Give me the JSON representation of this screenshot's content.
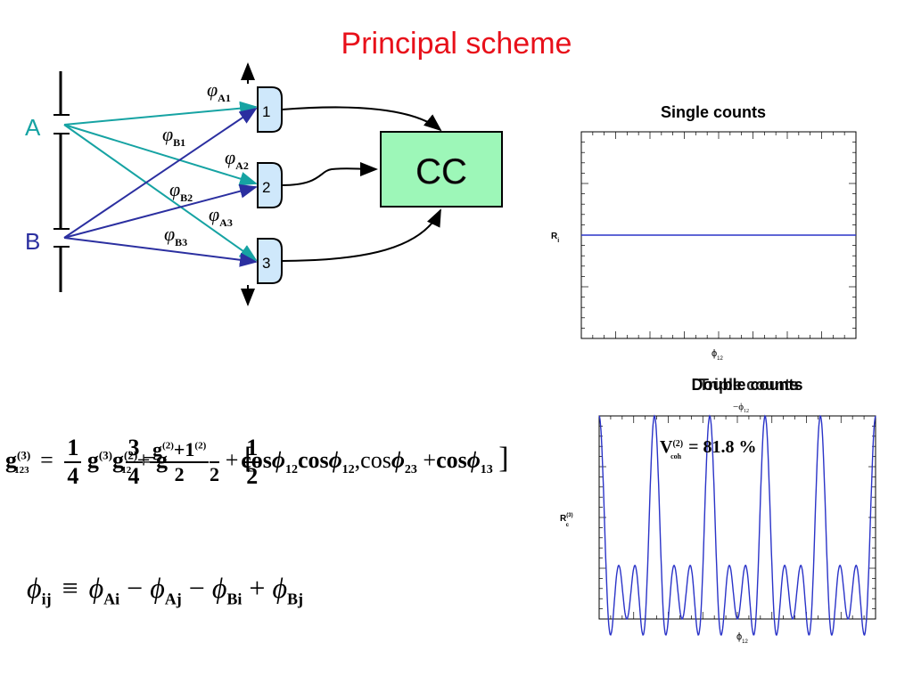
{
  "title": "Principal scheme",
  "scheme": {
    "sources": [
      {
        "label": "A",
        "color": "#16a3a3"
      },
      {
        "label": "B",
        "color": "#2b2fa0"
      }
    ],
    "detectors": [
      "1",
      "2",
      "3"
    ],
    "phases": {
      "a1": "A1",
      "b1": "B1",
      "a2": "A2",
      "b2": "B2",
      "a3": "A3",
      "b3": "B3"
    },
    "phase_symbol": "φ",
    "correlator_label": "CC",
    "colors": {
      "detector_fill": "#cfe8fb",
      "correlator_fill": "#9df7b8",
      "path_a": "#16a3a3",
      "path_b": "#2b2fa0"
    }
  },
  "single_panel": {
    "title": "Single counts",
    "ylabel": "R",
    "ylabel_sub": "i",
    "xlabel": "ϕ",
    "xlabel_sub": "12"
  },
  "triple_panel": {
    "title_a": "Double counts",
    "title_b": "Triple counts",
    "subtitle": "−ϕ",
    "subtitle_sub": "12",
    "ylabel": "R",
    "ylabel_sup": "(3)",
    "ylabel_sub": "c",
    "xlabel": "ϕ",
    "xlabel_sub": "12",
    "visibility": {
      "symbol": "V",
      "sup": "(2)",
      "sub": "coh",
      "text": "= 81.8 %"
    }
  },
  "chart_data": [
    {
      "type": "line",
      "title": "Single counts",
      "ylabel": "R_i",
      "xlabel": "ϕ12",
      "series": [
        {
          "values": [
            0.5,
            0.5,
            0.5,
            0.5,
            0.5
          ]
        }
      ],
      "ylim": [
        0,
        1
      ],
      "grid": false,
      "line_color": "#2a33c8"
    },
    {
      "type": "line",
      "title": "Triple counts",
      "ylabel": "R(3)c",
      "xlabel": "ϕ12",
      "x_range": [
        0,
        31.4
      ],
      "ylim": [
        0,
        1
      ],
      "model": "(1 + cos x + cos 2x + cos 3x) / 4",
      "annotation": "V(2)coh = 81.8 %",
      "grid": false,
      "line_color": "#2a33c8"
    }
  ],
  "formula1": {
    "lhs": "g",
    "lhs_sup": "(3)",
    "lhs_sub": "123",
    "eq": "=",
    "f1_num": "1",
    "f1_den": "4",
    "g": "g",
    "g3": "(3)",
    "g2": "(2)",
    "sub12": "12",
    "plus": "+",
    "eq2": "=",
    "f2_num": "3",
    "f2_den": "4",
    "g2sup": "(2)",
    "ov_a_num": "+1",
    "ov_a_num_sup": "(2)",
    "ov_a_den": "2",
    "ov_b_den": "2",
    "f3_num": "1",
    "f3_den": "2",
    "bracket_open": "[",
    "bracket_close": "]",
    "cos": "cos",
    "phi": "ϕ",
    "s12": "12",
    "s23": "23",
    "s13": "13",
    "comma": ","
  },
  "formula2": {
    "lhs": "ϕ",
    "lhs_sub": "ij",
    "equiv": "≡",
    "t1": "ϕ",
    "t1_sub": "Ai",
    "minus": "−",
    "t2": "ϕ",
    "t2_sub": "Aj",
    "t3": "ϕ",
    "t3_sub": "Bi",
    "plus": "+",
    "t4": "ϕ",
    "t4_sub": "Bj"
  }
}
